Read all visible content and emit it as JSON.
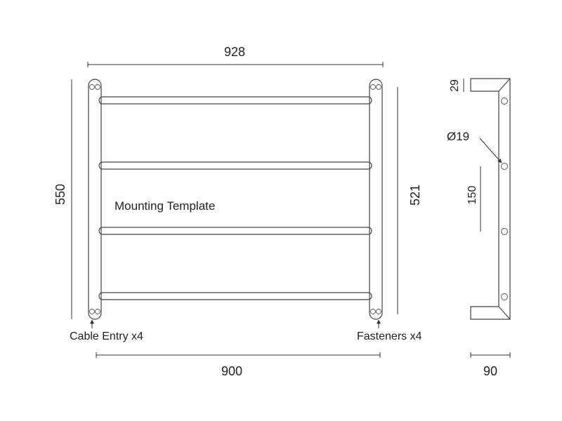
{
  "dimensions": {
    "overall_width": "928",
    "overall_height": "550",
    "rail_height": "521",
    "centers_width": "900",
    "depth": "90",
    "bracket_height": "29",
    "hole_diameter": "Ø19",
    "hole_spacing": "150"
  },
  "labels": {
    "template": "Mounting Template",
    "cable_entry": "Cable Entry x4",
    "fasteners": "Fasteners x4"
  },
  "colors": {
    "line": "#333333",
    "part": "#444444"
  }
}
